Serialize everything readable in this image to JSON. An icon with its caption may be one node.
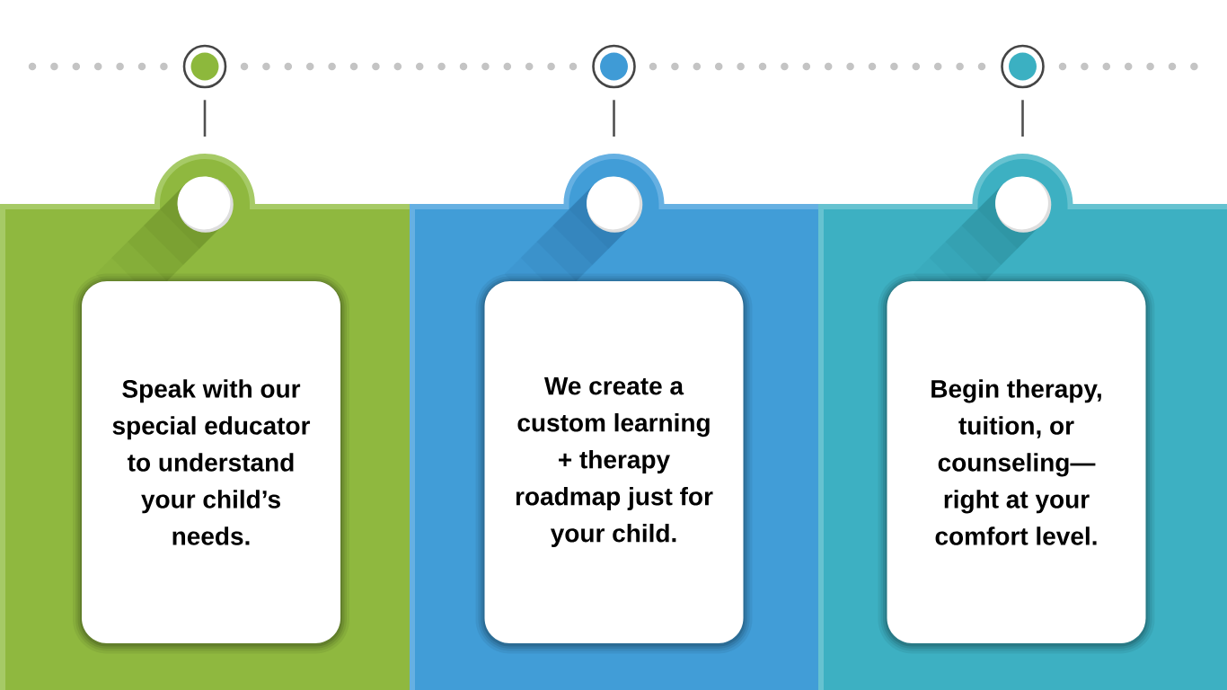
{
  "diagram": {
    "nodes": [
      {
        "text": [],
        "shape": "circle"
      },
      {
        "text": [],
        "shape": "circle"
      },
      {
        "text": [],
        "shape": "circle"
      },
      {
        "text": [],
        "shape": "box"
      },
      {
        "text": [
          "Speak with our special educator to understand your child’s needs."
        ],
        "in": 3
      },
      {
        "text": [],
        "shape": "box"
      },
      {
        "text": [
          "We create a custom learning + therapy roadmap just for your child."
        ],
        "in": 5
      },
      {
        "text": [],
        "shape": "box"
      },
      {
        "text": [
          "Begin therapy, tuition, or counseling— right at your comfort level."
        ],
        "in": 7
      }
    ],
    "edges": [
      {
        "from": 0,
        "to": 3,
        "arrow": "none"
      },
      {
        "from": 1,
        "to": 5,
        "arrow": "none"
      },
      {
        "from": 2,
        "to": 7,
        "arrow": "none"
      }
    ]
  }
}
